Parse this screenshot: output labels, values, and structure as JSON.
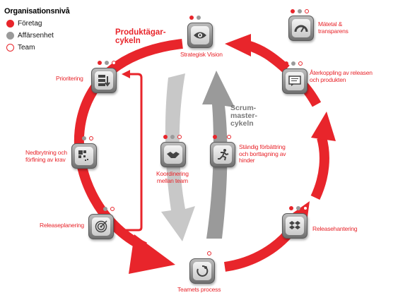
{
  "legend": {
    "title": "Organisationsnivå",
    "items": [
      {
        "label": "Företag",
        "color": "#e8252b"
      },
      {
        "label": "Affärsenhet",
        "color": "#9a9a9a"
      },
      {
        "label": "Team",
        "color": "#ffffff"
      }
    ]
  },
  "cycles": {
    "product_owner": "Produktägar-\ncykeln",
    "scrum_master": "Scrum-\nmaster-\ncykeln"
  },
  "nodes": {
    "vision": "Strategisk Vision",
    "metrics": "Mätetal &\ntransparens",
    "feedback": "Återkoppling av releasen\noch produkten",
    "prioritization": "Prioritering",
    "breakdown": "Nedbrytning och\nförfining av krav",
    "coordination": "Koordinering\nmellan team",
    "improvement": "Ständig förbättring\noch borttagning av\nhinder",
    "release_planning": "Releaseplanering",
    "release_management": "Releasehantering",
    "team_process": "Teamets process"
  },
  "colors": {
    "red": "#e8252b",
    "gray": "#9a9a9a",
    "light_gray": "#c8c8c8"
  },
  "icons": {
    "vision": "eye-icon",
    "metrics": "gauge-icon",
    "feedback": "message-icon",
    "prioritization": "stack-icon",
    "breakdown": "grid-icon",
    "coordination": "handshake-icon",
    "improvement": "runner-icon",
    "release_planning": "target-icon",
    "release_management": "dropbox-icon",
    "team_process": "cycle-icon"
  }
}
